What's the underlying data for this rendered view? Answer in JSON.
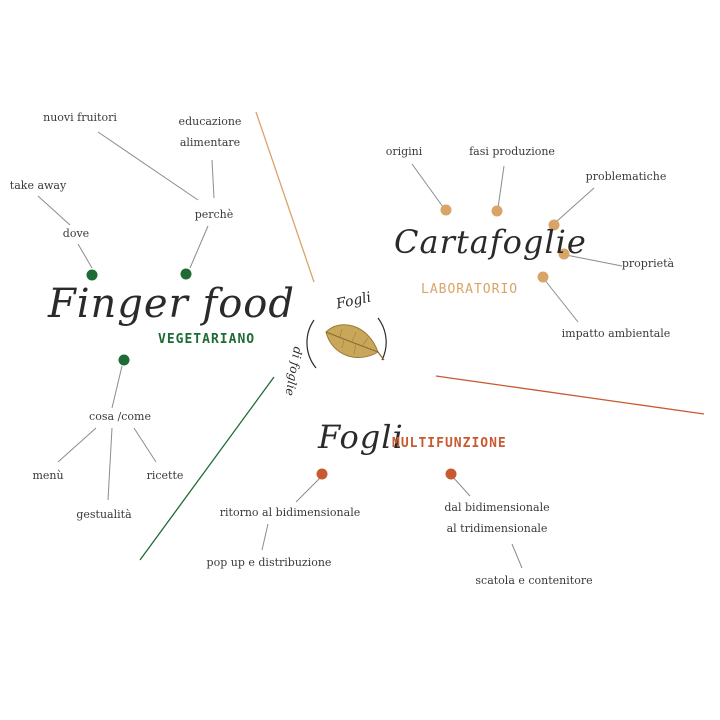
{
  "colors": {
    "green": "#1f6b35",
    "gold": "#d9a468",
    "orange": "#c85a32",
    "line": "#8c8c8c"
  },
  "center": {
    "logo_top": "Fogli",
    "logo_bottom": "di foglie",
    "icon": "leaf-icon"
  },
  "finger_food": {
    "title": "Finger food",
    "subtitle": "VEGETARIANO",
    "nuovi_fruitori": "nuovi fruitori",
    "educazione": "educazione",
    "alimentare": "alimentare",
    "take_away": "take away",
    "dove": "dove",
    "perche": "perchè",
    "cosa_come": "cosa /come",
    "menu": "menù",
    "ricette": "ricette",
    "gestualita": "gestualità"
  },
  "cartafoglie": {
    "title": "Cartafoglie",
    "subtitle": "LABORATORIO",
    "origini": "origini",
    "fasi_produzione": "fasi produzione",
    "problematiche": "problematiche",
    "proprieta": "proprietà",
    "impatto_ambientale": "impatto ambientale"
  },
  "fogli": {
    "title": "Fogli",
    "subtitle": "MULTIFUNZIONE",
    "ritorno": "ritorno al bidimensionale",
    "pop_up": "pop up e distribuzione",
    "dal_bidimensionale": "dal bidimensionale",
    "al_tridimensionale": "al tridimensionale",
    "scatola": "scatola e contenitore"
  }
}
